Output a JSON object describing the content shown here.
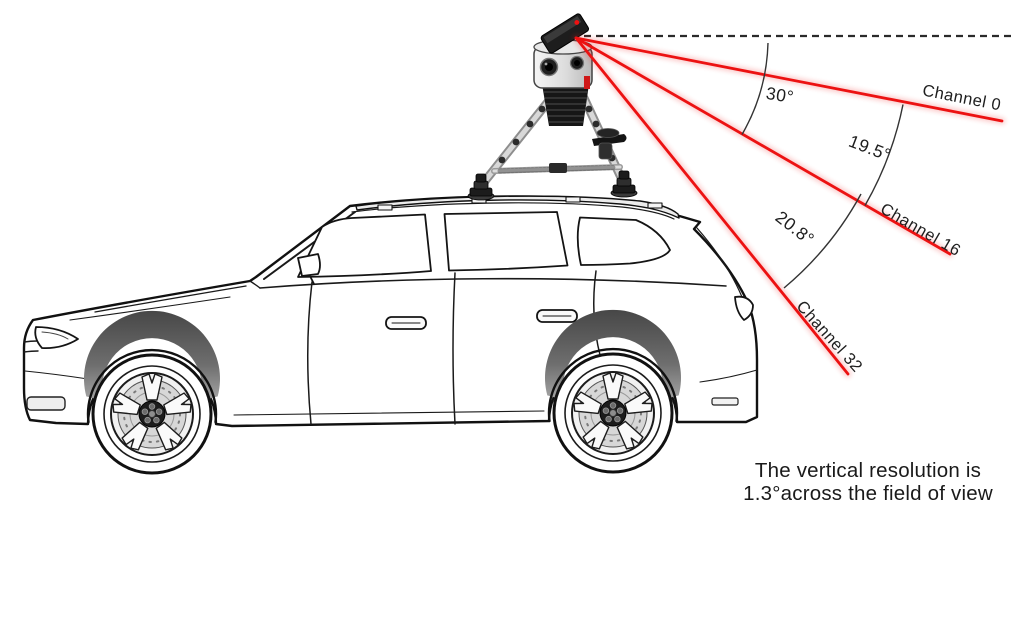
{
  "diagram": {
    "beams": [
      {
        "label": "Channel 0"
      },
      {
        "label": "Channel 16"
      },
      {
        "label": "Channel 32"
      }
    ],
    "angle_labels": [
      {
        "label": "30°"
      },
      {
        "label": "19.5°"
      },
      {
        "label": "20.8°"
      }
    ],
    "caption": {
      "line1": "The vertical resolution is",
      "line2": "1.3°across the field of view"
    },
    "colors": {
      "beam_red": "#ec1212",
      "ink": "#222222"
    }
  }
}
